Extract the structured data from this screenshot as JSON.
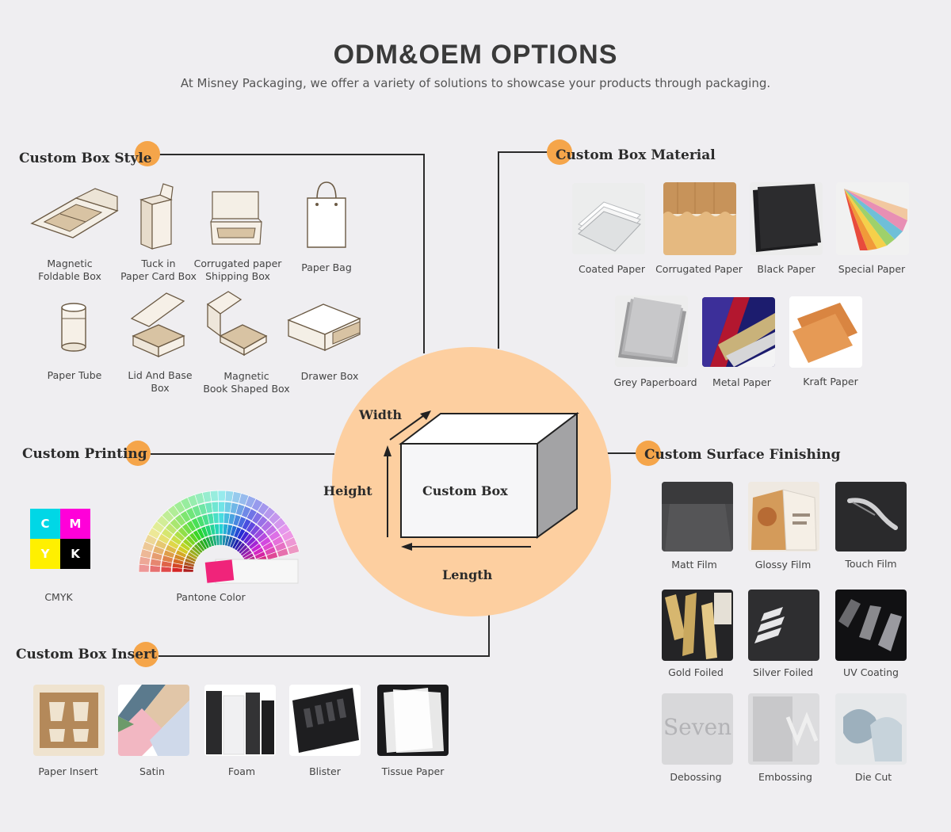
{
  "header": {
    "title": "ODM&OEM OPTIONS",
    "subtitle": "At Misney Packaging, we offer a variety of solutions to showcase your products through packaging."
  },
  "box_style": {
    "title": "Custom Box Style",
    "items": [
      {
        "label": "Magnetic\nFoldable Box",
        "icon": "magnetic-foldable-box-icon"
      },
      {
        "label": "Tuck in\nPaper Card Box",
        "icon": "tuck-in-box-icon"
      },
      {
        "label": "Corrugated paper\nShipping Box",
        "icon": "shipping-box-icon"
      },
      {
        "label": "Paper Bag",
        "icon": "paper-bag-icon"
      },
      {
        "label": "Paper Tube",
        "icon": "paper-tube-icon"
      },
      {
        "label": "Lid And Base\nBox",
        "icon": "lid-base-box-icon"
      },
      {
        "label": "Magnetic\nBook Shaped Box",
        "icon": "book-box-icon"
      },
      {
        "label": "Drawer Box",
        "icon": "drawer-box-icon"
      }
    ]
  },
  "box_material": {
    "title": "Custom Box Material",
    "items": [
      {
        "label": "Coated Paper"
      },
      {
        "label": "Corrugated Paper"
      },
      {
        "label": "Black Paper"
      },
      {
        "label": "Special Paper"
      },
      {
        "label": "Grey Paperboard"
      },
      {
        "label": "Metal Paper"
      },
      {
        "label": "Kraft Paper"
      }
    ]
  },
  "printing": {
    "title": "Custom Printing",
    "cmyk_label": "CMYK",
    "cmyk_letters": [
      "C",
      "M",
      "Y",
      "K"
    ],
    "pantone_label": "Pantone Color"
  },
  "center": {
    "box_label": "Custom Box",
    "width_label": "Width",
    "height_label": "Height",
    "length_label": "Length"
  },
  "surface": {
    "title": "Custom Surface Finishing",
    "items": [
      {
        "label": "Matt Film"
      },
      {
        "label": "Glossy Film"
      },
      {
        "label": "Touch Film"
      },
      {
        "label": "Gold Foiled"
      },
      {
        "label": "Silver Foiled"
      },
      {
        "label": "UV Coating"
      },
      {
        "label": "Debossing",
        "text": "Seven"
      },
      {
        "label": "Embossing"
      },
      {
        "label": "Die Cut"
      }
    ]
  },
  "insert": {
    "title": "Custom Box Insert",
    "items": [
      {
        "label": "Paper Insert"
      },
      {
        "label": "Satin"
      },
      {
        "label": "Foam"
      },
      {
        "label": "Blister"
      },
      {
        "label": "Tissue Paper"
      }
    ]
  },
  "colors": {
    "accent": "#f5a54a",
    "circle": "#fdcfa0",
    "background": "#efeef1",
    "line": "#2b2b2b"
  }
}
